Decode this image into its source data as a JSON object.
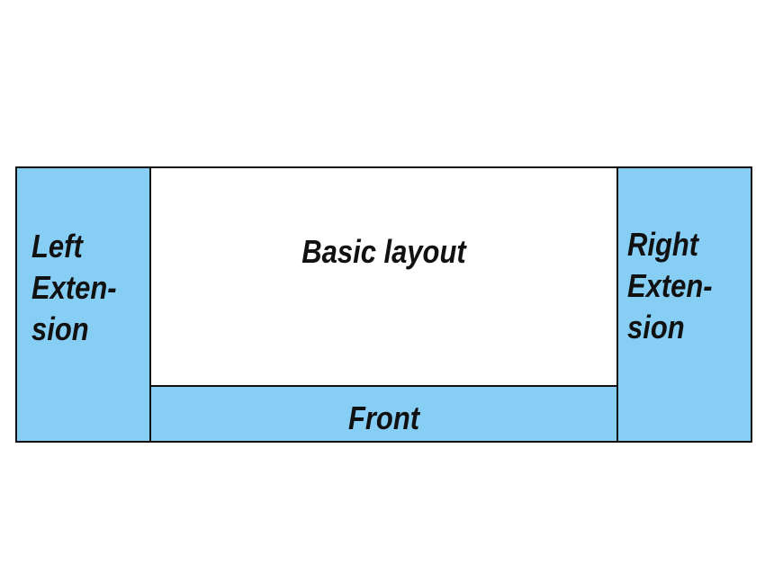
{
  "colors": {
    "extension_fill": "#87cef5",
    "front_fill": "#87cef5",
    "center_fill": "#ffffff",
    "border": "#111111",
    "text": "#111111"
  },
  "diagram": {
    "left_extension": {
      "label": "Left\nExten-\nsion"
    },
    "center": {
      "label": "Basic layout"
    },
    "front": {
      "label": "Front"
    },
    "right_extension": {
      "label": "Right\nExten-\nsion"
    }
  }
}
